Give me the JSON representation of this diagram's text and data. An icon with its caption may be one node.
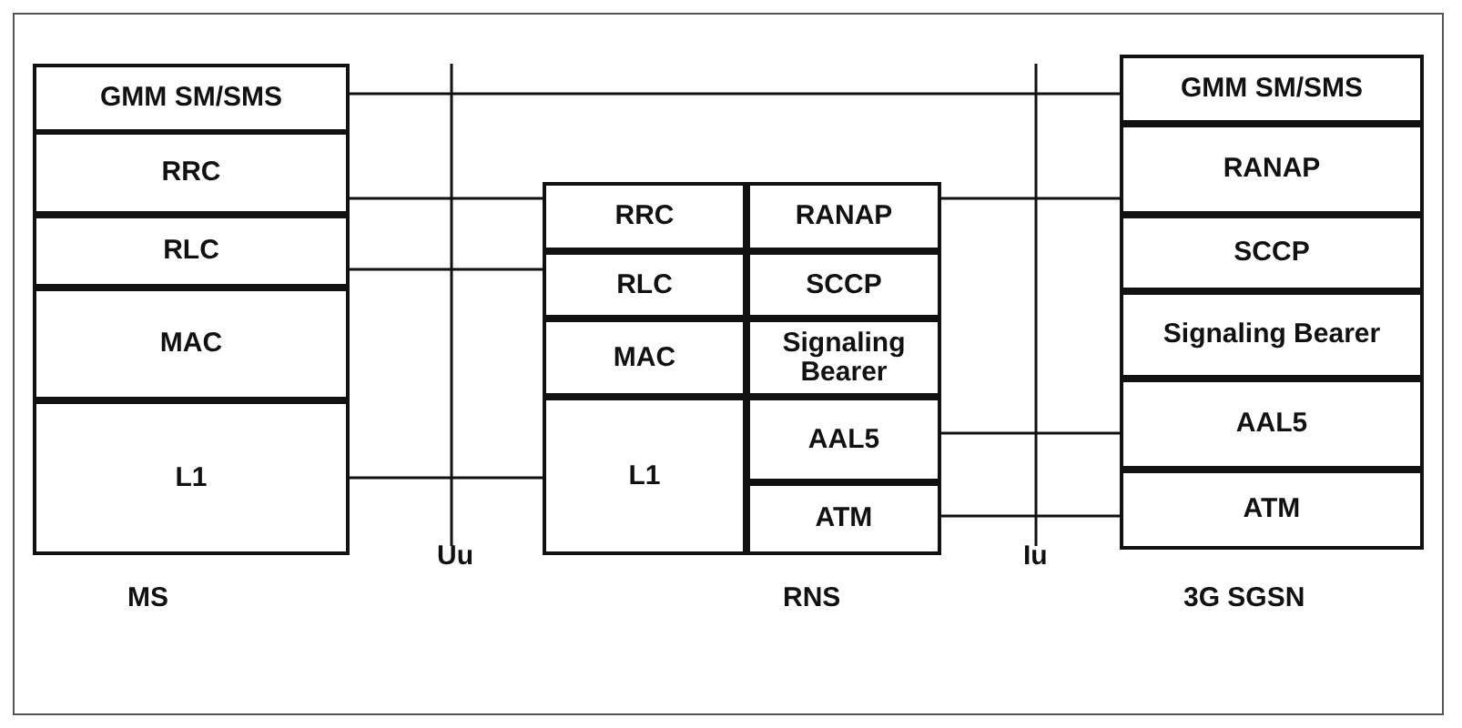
{
  "diagram": {
    "nodes": [
      {
        "text": [
          "GMM SM/SMS"
        ]
      },
      {
        "text": [
          "RRC"
        ]
      },
      {
        "text": [
          "RLC"
        ]
      },
      {
        "text": [
          "MAC"
        ]
      },
      {
        "text": [
          "L1"
        ]
      },
      {
        "text": [
          "RRC"
        ]
      },
      {
        "text": [
          "RLC"
        ]
      },
      {
        "text": [
          "MAC"
        ]
      },
      {
        "text": [
          "L1"
        ]
      },
      {
        "text": [
          "RANAP"
        ]
      },
      {
        "text": [
          "SCCP"
        ]
      },
      {
        "text": [
          "Signaling Bearer"
        ]
      },
      {
        "text": [
          "AAL5"
        ]
      },
      {
        "text": [
          "ATM"
        ]
      },
      {
        "text": [
          "GMM SM/SMS"
        ]
      },
      {
        "text": [
          "RANAP"
        ]
      },
      {
        "text": [
          "SCCP"
        ]
      },
      {
        "text": [
          "Signaling Bearer"
        ]
      },
      {
        "text": [
          "AAL5"
        ]
      },
      {
        "text": [
          "ATM"
        ]
      }
    ],
    "edges": [
      {
        "from": 0,
        "to": 14,
        "arrow": "none"
      },
      {
        "from": 1,
        "to": 5,
        "arrow": "none"
      },
      {
        "from": 2,
        "to": 6,
        "arrow": "none"
      },
      {
        "from": 4,
        "to": 8,
        "arrow": "none"
      },
      {
        "from": 9,
        "to": 15,
        "arrow": "none"
      },
      {
        "from": 12,
        "to": 18,
        "arrow": "none"
      },
      {
        "from": 13,
        "to": 19,
        "arrow": "none"
      }
    ],
    "labels": [
      "Uu",
      "Iu",
      "MS",
      "RNS",
      "3G SGSN"
    ]
  }
}
